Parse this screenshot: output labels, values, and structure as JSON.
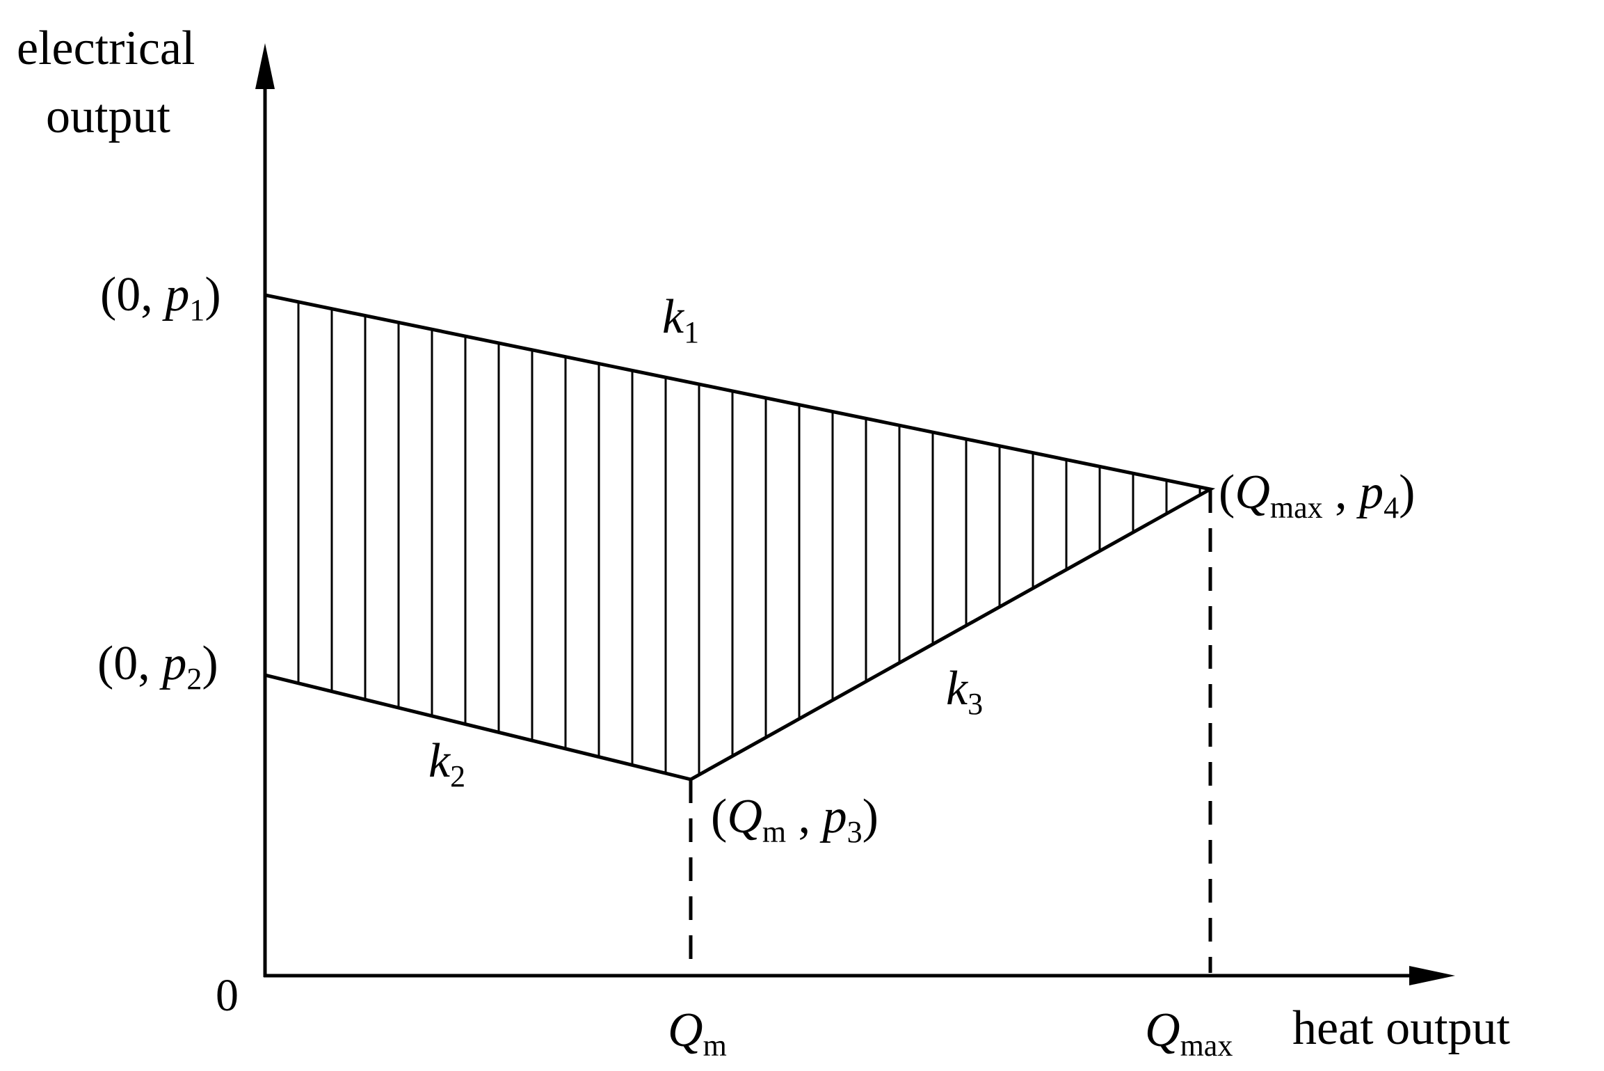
{
  "axes": {
    "y_label_line1": "electrical",
    "y_label_line2": "output",
    "x_label": "heat output",
    "origin_label": "0"
  },
  "x_ticks": {
    "qm": {
      "main": "Q",
      "sub": "m"
    },
    "qmax": {
      "main": "Q",
      "sub": "max"
    }
  },
  "points": {
    "p1": {
      "open": "(0, ",
      "var": "p",
      "sub": "1",
      "close": ")"
    },
    "p2": {
      "open": "(0, ",
      "var": "p",
      "sub": "2",
      "close": ")"
    },
    "p3": {
      "open": "(",
      "q": "Q",
      "qsub": "m",
      "comma": " , ",
      "var": "p",
      "sub": "3",
      "close": ")"
    },
    "p4": {
      "open": "(",
      "q": "Q",
      "qsub": "max",
      "comma": " , ",
      "var": "p",
      "sub": "4",
      "close": ")"
    }
  },
  "slopes": {
    "k1": {
      "var": "k",
      "sub": "1"
    },
    "k2": {
      "var": "k",
      "sub": "2"
    },
    "k3": {
      "var": "k",
      "sub": "3"
    }
  },
  "colors": {
    "stroke": "#000000",
    "background": "#ffffff"
  }
}
